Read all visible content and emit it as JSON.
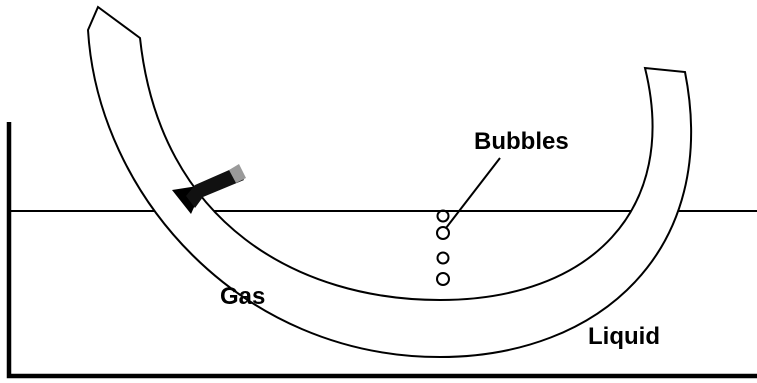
{
  "labels": {
    "bubbles": "Bubbles",
    "gas": "Gas",
    "liquid": "Liquid"
  },
  "colors": {
    "background": "#ffffff",
    "stroke": "#000000",
    "connector": "#111111",
    "connector_cap": "#9a9a9a",
    "faint_text": "#ececec"
  }
}
